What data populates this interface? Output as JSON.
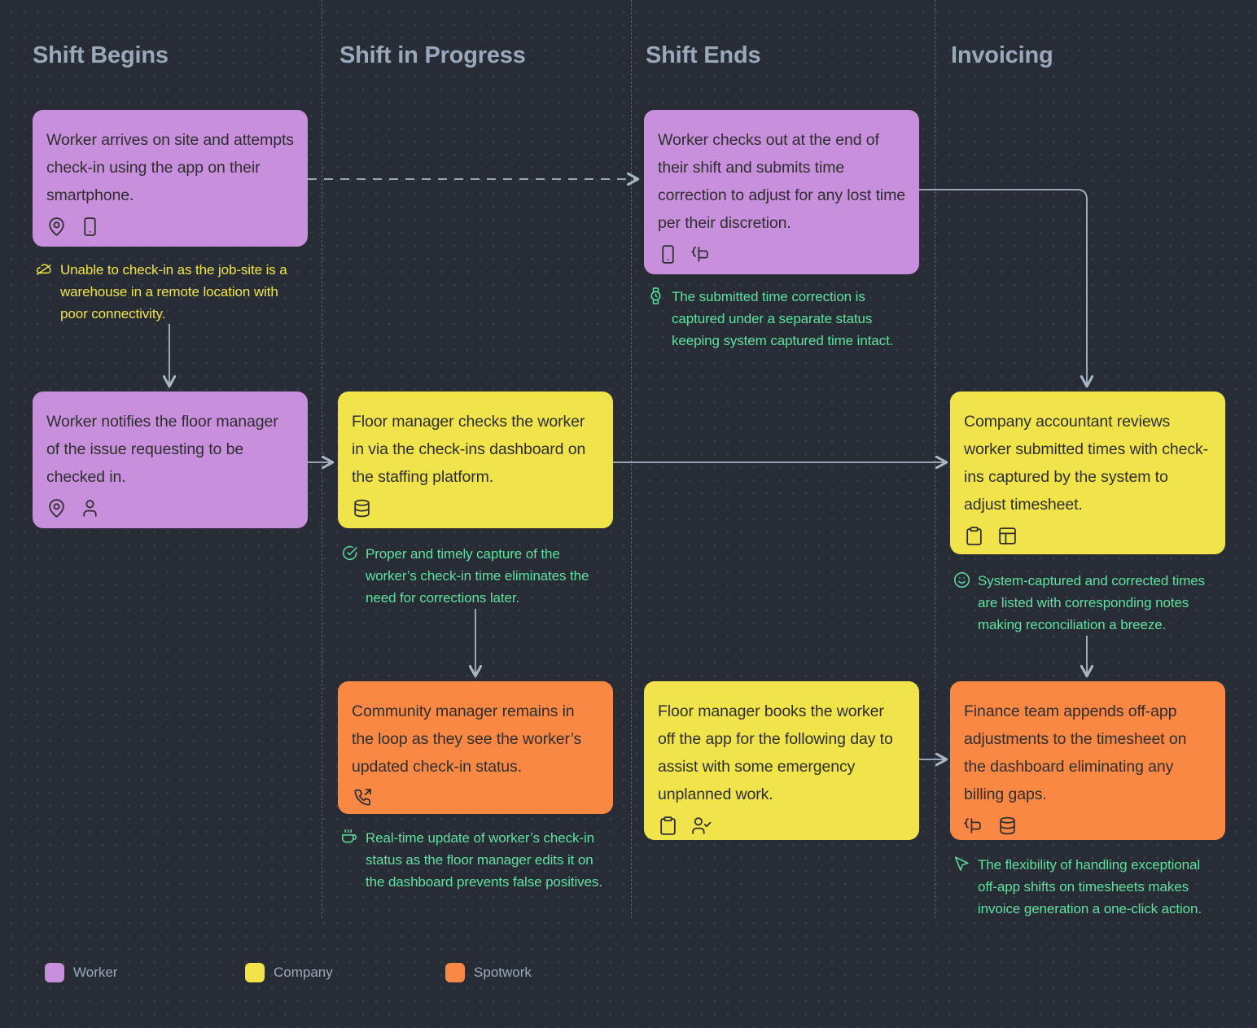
{
  "columns": [
    {
      "title": "Shift Begins"
    },
    {
      "title": "Shift in Progress"
    },
    {
      "title": "Shift Ends"
    },
    {
      "title": "Invoicing"
    }
  ],
  "cards": [
    {
      "id": "worker-arrives",
      "text": "Worker arrives on site and attempts check-in using the app on their smartphone.",
      "color": "#c88fdd",
      "owner": "Worker",
      "icons": [
        "map-pin-icon",
        "smartphone-icon"
      ]
    },
    {
      "id": "worker-notifies",
      "text": "Worker notifies the floor manager of the issue requesting to be checked in.",
      "color": "#c88fdd",
      "owner": "Worker",
      "icons": [
        "map-pin-icon",
        "user-icon"
      ]
    },
    {
      "id": "floor-manager-checks-in",
      "text": "Floor manager checks the worker in via the check-ins dashboard on the staffing platform.",
      "color": "#f0e44a",
      "owner": "Company",
      "icons": [
        "database-icon"
      ]
    },
    {
      "id": "community-manager-loop",
      "text": "Community manager remains in the loop as they see the worker’s updated check-in status.",
      "color": "#fa8845",
      "owner": "Spotwork",
      "icons": [
        "phone-outgoing-icon"
      ]
    },
    {
      "id": "worker-checks-out",
      "text": "Worker checks out at the end of their shift and submits time correction to adjust for any lost time per their discretion.",
      "color": "#c88fdd",
      "owner": "Worker",
      "icons": [
        "smartphone-icon",
        "text-cursor-input-icon"
      ]
    },
    {
      "id": "floor-manager-books-off",
      "text": "Floor manager books the worker off the app for the following day to assist with some emergency unplanned work.",
      "color": "#f0e44a",
      "owner": "Company",
      "icons": [
        "clipboard-icon",
        "user-check-icon"
      ]
    },
    {
      "id": "company-accountant-reviews",
      "text": "Company accountant reviews worker submitted times with check-ins captured by the system to adjust timesheet.",
      "color": "#f0e44a",
      "owner": "Company",
      "icons": [
        "clipboard-icon",
        "table-icon"
      ]
    },
    {
      "id": "finance-team-appends",
      "text": "Finance team appends off-app adjustments to the timesheet on the dashboard eliminating any billing gaps.",
      "color": "#fa8845",
      "owner": "Spotwork",
      "icons": [
        "text-cursor-input-icon",
        "database-icon"
      ]
    }
  ],
  "annotations": [
    {
      "id": "no-connectivity",
      "text": "Unable to check-in as the job-site is a warehouse in a remote location with poor connectivity.",
      "tone": "problem",
      "color": "#f0e44a",
      "icon": "cloud-off-icon"
    },
    {
      "id": "proper-capture",
      "text": "Proper and timely capture of the worker’s check-in time eliminates the need for corrections later.",
      "tone": "benefit",
      "color": "#5fe0a0",
      "icon": "check-circle-icon"
    },
    {
      "id": "real-time-update",
      "text": "Real-time update of worker’s check-in status as the floor manager edits it on the dashboard prevents false positives.",
      "tone": "benefit",
      "color": "#5fe0a0",
      "icon": "coffee-icon"
    },
    {
      "id": "separate-status",
      "text": "The submitted time correction is captured under a separate status keeping system captured time intact.",
      "tone": "benefit",
      "color": "#5fe0a0",
      "icon": "watch-icon"
    },
    {
      "id": "reconciliation-breeze",
      "text": "System-captured and corrected times are listed with corresponding notes making reconciliation a breeze.",
      "tone": "benefit",
      "color": "#5fe0a0",
      "icon": "smile-icon"
    },
    {
      "id": "one-click-invoice",
      "text": "The flexibility of handling exceptional off-app shifts on timesheets makes invoice generation a one-click action.",
      "tone": "benefit",
      "color": "#5fe0a0",
      "icon": "mouse-pointer-icon"
    }
  ],
  "legend": [
    {
      "label": "Worker",
      "color": "#c88fdd"
    },
    {
      "label": "Company",
      "color": "#f0e44a"
    },
    {
      "label": "Spotwork",
      "color": "#fa8845"
    }
  ],
  "theme": {
    "background": "#282d35",
    "dot": "#343b46",
    "divider": "#59606c",
    "heading": "#9aa8bb",
    "connector": "#a8b6c6"
  }
}
